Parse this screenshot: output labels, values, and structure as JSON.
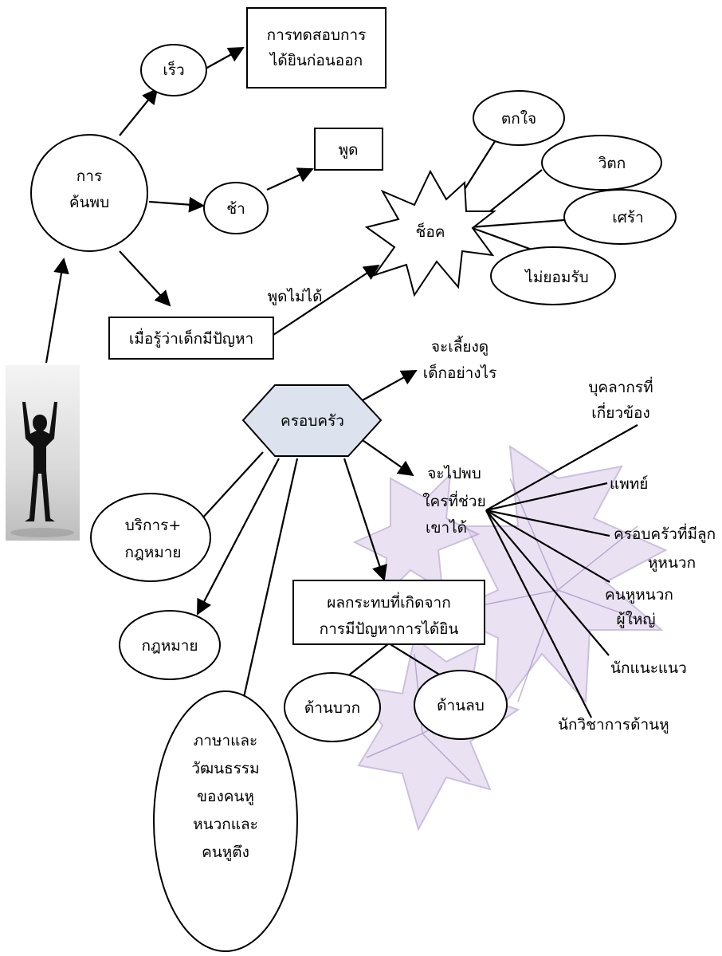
{
  "nodes": {
    "discovery": [
      "การ",
      "ค้นพบ"
    ],
    "fast": "เร็ว",
    "hearing_test": [
      "การทดสอบการ",
      "ได้ยินก่อนออก"
    ],
    "slow": "ช้า",
    "speak": "พูด",
    "cannot_speak": "พูดไม่ได้",
    "aware": "เมื่อรู้ว่าเด็กมีปัญหา",
    "shock": "ช็อค",
    "startled": "ตกใจ",
    "worried": "วิตก",
    "sad": "เศร้า",
    "denial": "ไม่ยอมรับ",
    "family": "ครอบครัว",
    "raise": [
      "จะเลี้ยงดู",
      "เด็กอย่างไร"
    ],
    "personnel": [
      "บุคลากรที่",
      "เกี่ยวข้อง"
    ],
    "meet": [
      "จะไปพบ",
      "ใครที่ช่วย",
      "เขาได้"
    ],
    "doctor": "แพทย์",
    "deaf_family": [
      "ครอบครัวที่มีลูก",
      "หูหนวก"
    ],
    "deaf_adult": [
      "คนหูหนวก",
      "ผู้ใหญ่"
    ],
    "counselor": "นักแนะแนว",
    "audiologist": "นักวิชาการด้านหู",
    "services": [
      "บริการ+",
      "กฎหมาย"
    ],
    "law": "กฎหมาย",
    "impact": [
      "ผลกระทบที่เกิดจาก",
      "การมีปัญหาการได้ยิน"
    ],
    "positive": "ด้านบวก",
    "negative": "ด้านลบ",
    "language_culture": [
      "ภาษาและ",
      "วัฒนธรรม",
      "ของคนหู",
      "หนวกและ",
      "คนหูตึง"
    ]
  },
  "colors": {
    "family_fill": "#dce3ef",
    "watermark": "#b9a6d6"
  }
}
